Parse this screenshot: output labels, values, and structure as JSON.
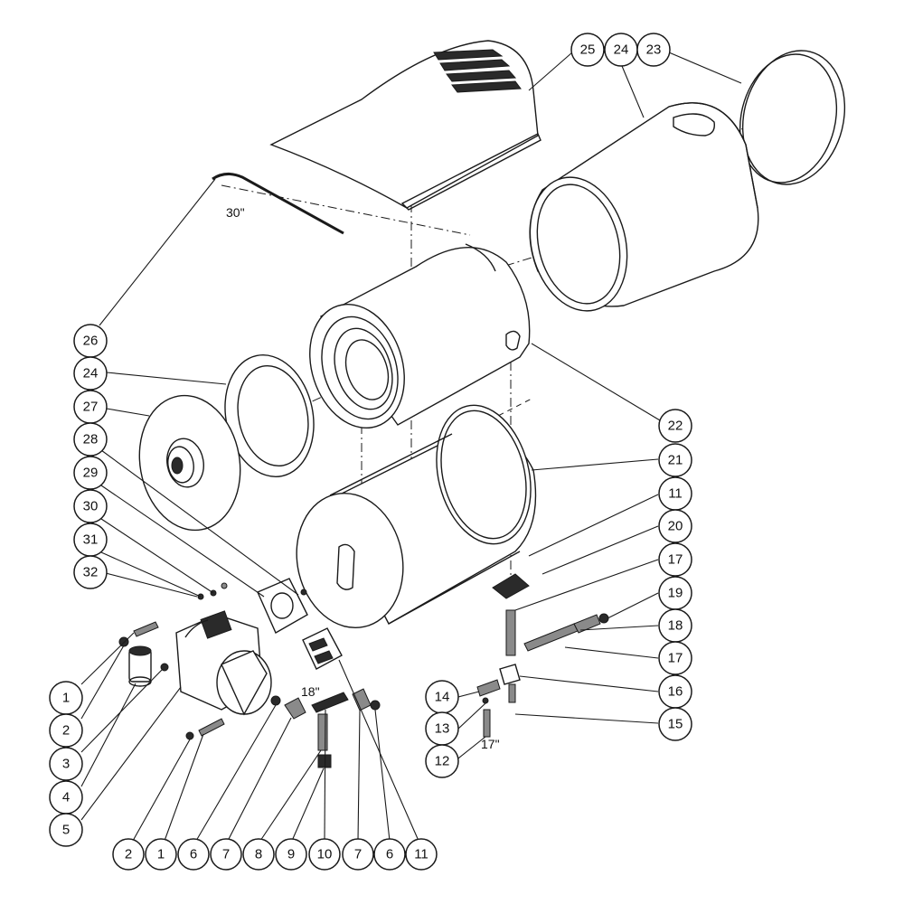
{
  "diagram": {
    "callouts": [
      {
        "id": "c1",
        "label": "25"
      },
      {
        "id": "c2",
        "label": "24"
      },
      {
        "id": "c3",
        "label": "23"
      },
      {
        "id": "c4",
        "label": "26"
      },
      {
        "id": "c5",
        "label": "24"
      },
      {
        "id": "c6",
        "label": "27"
      },
      {
        "id": "c7",
        "label": "28"
      },
      {
        "id": "c8",
        "label": "29"
      },
      {
        "id": "c9",
        "label": "30"
      },
      {
        "id": "c10",
        "label": "31"
      },
      {
        "id": "c11",
        "label": "32"
      },
      {
        "id": "c12",
        "label": "22"
      },
      {
        "id": "c13",
        "label": "21"
      },
      {
        "id": "c14",
        "label": "11"
      },
      {
        "id": "c15",
        "label": "20"
      },
      {
        "id": "c16",
        "label": "17"
      },
      {
        "id": "c17",
        "label": "19"
      },
      {
        "id": "c18",
        "label": "18"
      },
      {
        "id": "c19",
        "label": "17"
      },
      {
        "id": "c20",
        "label": "16"
      },
      {
        "id": "c21",
        "label": "15"
      },
      {
        "id": "c22",
        "label": "14"
      },
      {
        "id": "c23",
        "label": "13"
      },
      {
        "id": "c24",
        "label": "12"
      },
      {
        "id": "c25",
        "label": "1"
      },
      {
        "id": "c26",
        "label": "2"
      },
      {
        "id": "c27",
        "label": "3"
      },
      {
        "id": "c28",
        "label": "4"
      },
      {
        "id": "c29",
        "label": "5"
      },
      {
        "id": "c30",
        "label": "2"
      },
      {
        "id": "c31",
        "label": "1"
      },
      {
        "id": "c32",
        "label": "6"
      },
      {
        "id": "c33",
        "label": "7"
      },
      {
        "id": "c34",
        "label": "8"
      },
      {
        "id": "c35",
        "label": "9"
      },
      {
        "id": "c36",
        "label": "10"
      },
      {
        "id": "c37",
        "label": "7"
      },
      {
        "id": "c38",
        "label": "6"
      },
      {
        "id": "c39",
        "label": "11"
      }
    ],
    "dimensions": {
      "wire_length": "30\"",
      "hose_length": "18\"",
      "tube_length": "17\""
    }
  }
}
